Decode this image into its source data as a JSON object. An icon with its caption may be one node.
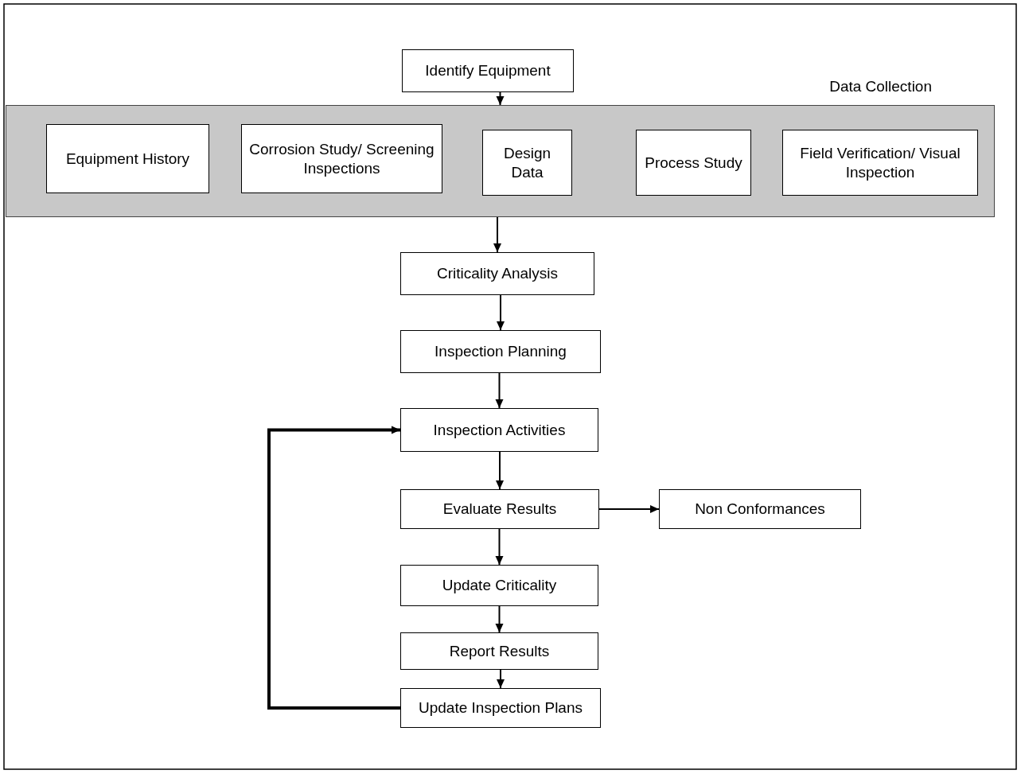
{
  "diagram": {
    "nodes": [
      {
        "text": [
          "Identify Equipment"
        ]
      },
      {
        "text": [
          "Data Collection"
        ]
      },
      {
        "text": [
          "Equipment History"
        ],
        "in": 1
      },
      {
        "text": [
          "Corrosion Study/ Screening Inspections"
        ],
        "in": 1
      },
      {
        "text": [
          "Design Data"
        ],
        "in": 1
      },
      {
        "text": [
          "Process Study"
        ],
        "in": 1
      },
      {
        "text": [
          "Field Verification/ Visual Inspection"
        ],
        "in": 1
      },
      {
        "text": [
          "Criticality Analysis"
        ]
      },
      {
        "text": [
          "Inspection Planning"
        ]
      },
      {
        "text": [
          "Inspection Activities"
        ]
      },
      {
        "text": [
          "Evaluate Results"
        ]
      },
      {
        "text": [
          "Non Conformances"
        ]
      },
      {
        "text": [
          "Update Criticality"
        ]
      },
      {
        "text": [
          "Report Results"
        ]
      },
      {
        "text": [
          "Update Inspection Plans"
        ]
      }
    ],
    "edges": [
      {
        "from": 0,
        "to": 1,
        "arrow": "to"
      },
      {
        "from": 1,
        "to": 7,
        "arrow": "to"
      },
      {
        "from": 7,
        "to": 8,
        "arrow": "to"
      },
      {
        "from": 8,
        "to": 9,
        "arrow": "to"
      },
      {
        "from": 9,
        "to": 10,
        "arrow": "to"
      },
      {
        "from": 10,
        "to": 11,
        "arrow": "to"
      },
      {
        "from": 10,
        "to": 12,
        "arrow": "to"
      },
      {
        "from": 12,
        "to": 13,
        "arrow": "to"
      },
      {
        "from": 13,
        "to": 14,
        "arrow": "to"
      },
      {
        "from": 14,
        "to": 9,
        "arrow": "to",
        "style": "thick"
      }
    ]
  }
}
